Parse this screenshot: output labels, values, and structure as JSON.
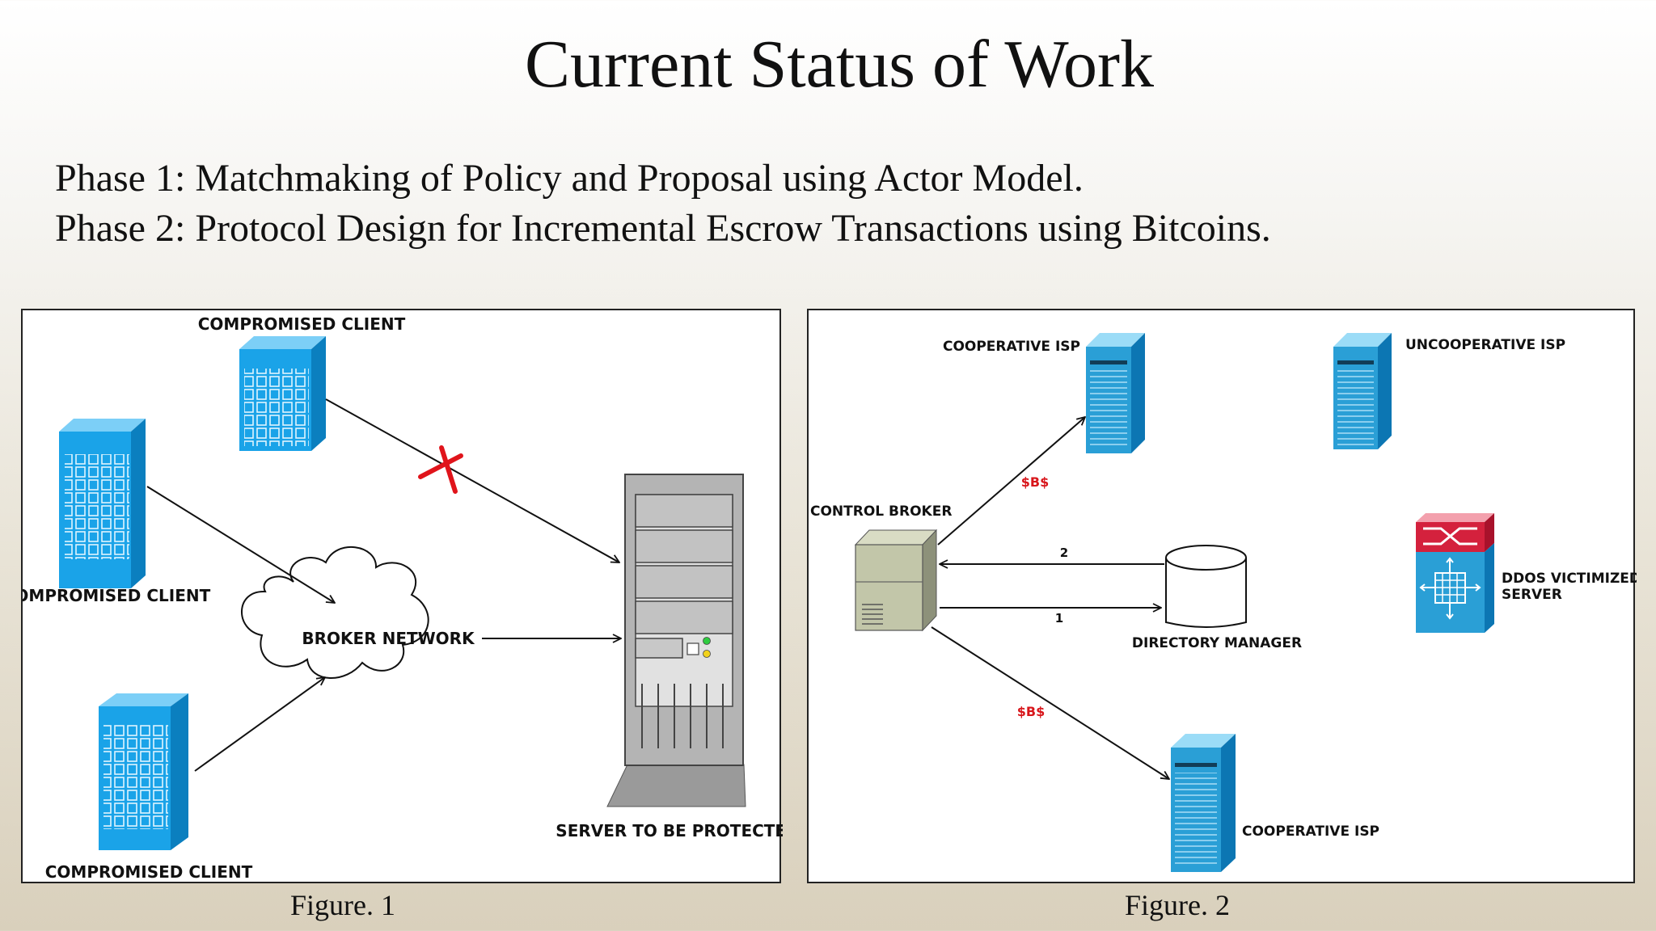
{
  "slide": {
    "title": "Current Status of Work",
    "phases": [
      "Phase 1: Matchmaking of Policy and Proposal using Actor Model.",
      "Phase 2: Protocol Design for Incremental Escrow Transactions using Bitcoins."
    ]
  },
  "figure1": {
    "caption": "Figure. 1",
    "labels": {
      "client_top": "COMPROMISED CLIENT",
      "client_left": "COMPROMISED CLIENT",
      "client_bottom": "COMPROMISED CLIENT",
      "broker": "BROKER NETWORK",
      "server": "SERVER TO BE PROTECTED"
    },
    "colors": {
      "building": "#1aa3e8",
      "blocked_mark": "#e0141b"
    }
  },
  "figure2": {
    "caption": "Figure. 2",
    "labels": {
      "isp_top": "COOPERATIVE  ISP",
      "isp_uncoop": "UNCOOPERATIVE ISP",
      "control_broker": "CONTROL BROKER",
      "directory": "DIRECTORY MANAGER",
      "victim": "DDOS VICTIMIZED",
      "victim2": "SERVER",
      "isp_bottom": "COOPERATIVE ISP",
      "pay_top": "$B$",
      "pay_bottom": "$B$",
      "step1": "1",
      "step2": "2"
    },
    "colors": {
      "server": "#2a9fd6",
      "payment": "#d8161b",
      "victim_top": "#d4213d",
      "victim_bottom": "#2a9fd6"
    }
  }
}
